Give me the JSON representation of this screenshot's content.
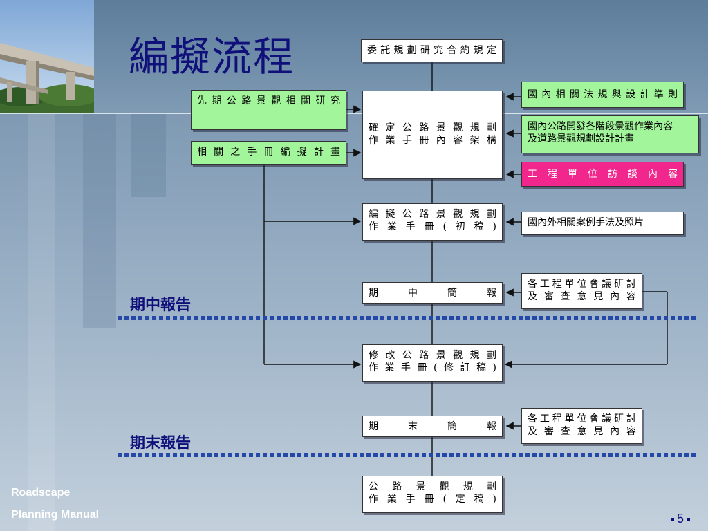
{
  "title": "編擬流程",
  "boxes": {
    "contract": "委託規劃研究合約規定",
    "prior_research": "先期公路景觀相關研究",
    "manual_plan": "相關之手冊編擬計畫",
    "framework_l1": "確定公路景觀規劃",
    "framework_l2": "作業手冊內容架構",
    "domestic_rules": "國內相關法規與設計準則",
    "domestic_stages_l1": "國內公路開發各階段景觀作業內容",
    "domestic_stages_l2": "及道路景觀規劃設計計畫",
    "interviews": "工程單位訪談內容",
    "draft_l1": "編擬公路景觀規劃",
    "draft_l2": "作業手冊(初稿)",
    "cases": "國內外相關案例手法及照片",
    "mid_brief": "期中簡報",
    "review1_l1": "各工程單位會議研討",
    "review1_l2": "及審查意見內容",
    "revised_l1": "修改公路景觀規劃",
    "revised_l2": "作業手冊(修訂稿)",
    "final_brief": "期末簡報",
    "review2_l1": "各工程單位會議研討",
    "review2_l2": "及審查意見內容",
    "final_l1": "公路景觀規劃",
    "final_l2": "作業手冊(定稿)"
  },
  "markers": {
    "mid": "期中報告",
    "end": "期末報告"
  },
  "footer": {
    "line1": "Roadscape",
    "line2": "Planning Manual"
  },
  "page_number": "5",
  "colors": {
    "title": "#10107a",
    "green_box": "#a2f59a",
    "pink_box": "#f2278d",
    "dotted_line": "#2448a8"
  }
}
